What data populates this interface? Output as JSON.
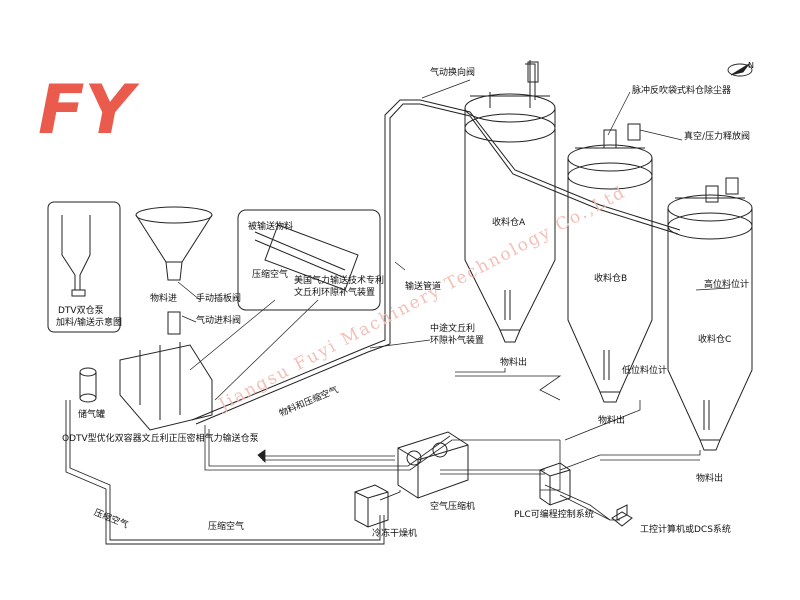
{
  "logo_text": "FY",
  "watermark": "Jiangsu Fuyi Machinery Technology Co.,Ltd",
  "compass_label": "N",
  "colors": {
    "logo": "#ea5b4e",
    "line": "#222222",
    "watermark": "#f2b9b0"
  },
  "labels": {
    "pneumatic_diverter": "气动换向阀",
    "pulse_dust_collector": "脉冲反吹袋式料仓除尘器",
    "vacuum_relief_valve": "真空/压力释放阀",
    "silo_a": "收料仓A",
    "silo_b": "收料仓B",
    "silo_c": "收料仓C",
    "high_level_gauge": "高位料位计",
    "low_level_gauge": "低位料位计",
    "conveying_pipe": "输送管道",
    "mid_venturi": "中途文丘利",
    "ring_gap": "环隙补气装置",
    "material_out_a": "物料出",
    "material_out_b": "物料出",
    "material_out_c": "物料出",
    "conveyed_material": "被输送物料",
    "compressed_air_inset": "压缩空气",
    "us_tech_line1": "美国气力输送技术专利",
    "us_tech_line2": "文丘利环隙补气装置",
    "material_in": "物料进",
    "manual_gate": "手动插板阀",
    "pneumatic_feed_valve": "气动进料阀",
    "dtv_line1": "DTV双仓泵",
    "dtv_line2": "加料/输送示意图",
    "air_tank": "储气罐",
    "pump_caption": "ODTV型优化双容器文丘利正压密相气力输送仓泵",
    "material_and_air": "物料和压缩空气",
    "compressed_air_left": "压缩空气",
    "compressed_air_bottom": "压缩空气",
    "air_compressor": "空气压缩机",
    "dryer": "冷冻干燥机",
    "plc": "PLC可编程控制系统",
    "computer": "工控计算机或DCS系统"
  }
}
